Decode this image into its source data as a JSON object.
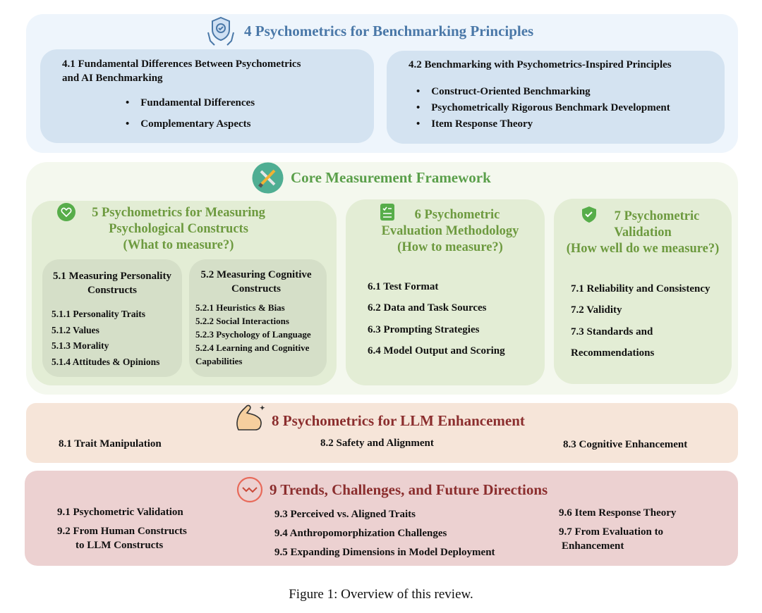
{
  "s4": {
    "title": "4 Psychometrics for Benchmarking Principles",
    "icon": "shield-hands-icon",
    "b41": {
      "title_l1": "4.1 Fundamental Differences Between Psychometrics",
      "title_l2": "and AI Benchmarking",
      "items": [
        "Fundamental Differences",
        "Complementary Aspects"
      ]
    },
    "b42": {
      "title": "4.2 Benchmarking with Psychometrics-Inspired Principles",
      "items": [
        "Construct-Oriented Benchmarking",
        "Psychometrically Rigorous Benchmark Development",
        "Item Response Theory"
      ]
    }
  },
  "core": {
    "title": "Core Measurement Framework",
    "icon": "tools-icon",
    "s5": {
      "l1": "5 Psychometrics for Measuring",
      "l2": "Psychological Constructs",
      "l3": "(What to measure?)",
      "b51": {
        "l1": "5.1 Measuring Personality",
        "l2": "Constructs",
        "items": [
          "5.1.1 Personality Traits",
          "5.1.2 Values",
          "5.1.3 Morality",
          "5.1.4 Attitudes & Opinions"
        ]
      },
      "b52": {
        "l1": "5.2 Measuring Cognitive",
        "l2": "Constructs",
        "items": [
          "5.2.1 Heuristics & Bias",
          "5.2.2 Social Interactions",
          "5.2.3 Psychology of Language",
          "5.2.4 Learning and Cognitive",
          "Capabilities"
        ]
      }
    },
    "s6": {
      "l1": "6 Psychometric",
      "l2": "Evaluation Methodology",
      "l3": "(How to measure?)",
      "items": [
        "6.1 Test Format",
        "6.2 Data and Task Sources",
        "6.3 Prompting Strategies",
        "6.4 Model Output and Scoring"
      ]
    },
    "s7": {
      "l1": "7 Psychometric",
      "l2": "Validation",
      "l3": "(How well do we measure?)",
      "items": [
        "7.1 Reliability and Consistency",
        "7.2 Validity",
        "7.3 Standards and",
        "Recommendations"
      ]
    }
  },
  "s8": {
    "title": "8 Psychometrics for LLM Enhancement",
    "icon": "flexed-arm-icon",
    "items": [
      "8.1  Trait Manipulation",
      "8.2  Safety and Alignment",
      "8.3  Cognitive Enhancement"
    ]
  },
  "s9": {
    "title": "9 Trends, Challenges, and Future Directions",
    "icon": "trend-icon",
    "col1": [
      "9.1 Psychometric Validation",
      "9.2 From Human Constructs",
      "to LLM Constructs"
    ],
    "col2": [
      "9.3 Perceived vs. Aligned Traits",
      "9.4 Anthropomorphization Challenges",
      "9.5 Expanding Dimensions in Model Deployment"
    ],
    "col3": [
      "9.6 Item Response Theory",
      "9.7 From Evaluation to",
      "Enhancement"
    ]
  },
  "caption": "Figure 1: Overview of this review.",
  "colors": {
    "blue": "#4a78a8",
    "green": "#6d9a3f",
    "red": "#8b2e2e"
  }
}
